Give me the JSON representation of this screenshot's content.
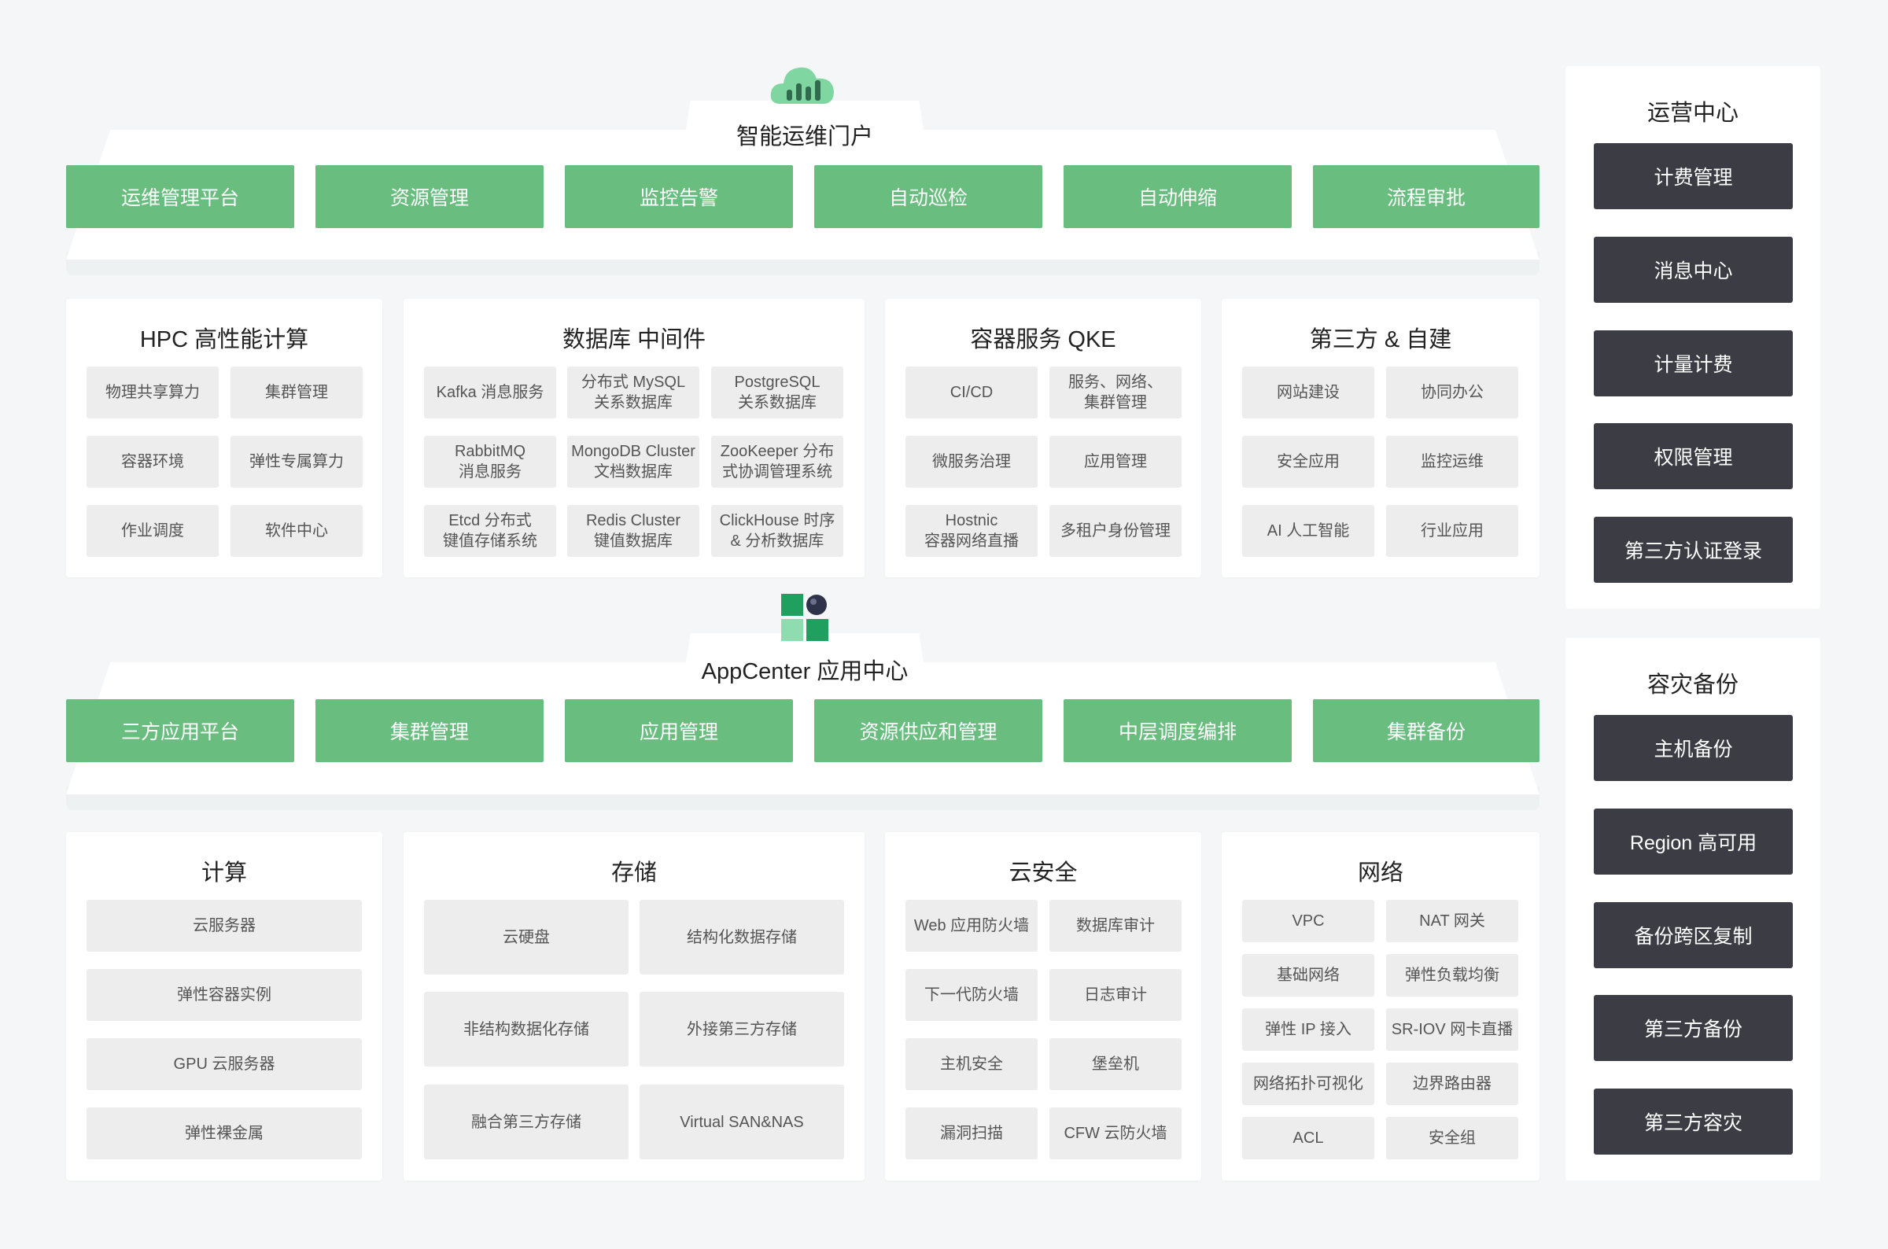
{
  "portal": {
    "title": "智能运维门户",
    "buttons": [
      "运维管理平台",
      "资源管理",
      "监控告警",
      "自动巡检",
      "自动伸缩",
      "流程审批"
    ]
  },
  "top_panels": [
    {
      "title": "HPC 高性能计算",
      "cells": [
        "物理共享算力",
        "集群管理",
        "容器环境",
        "弹性专属算力",
        "作业调度",
        "软件中心"
      ]
    },
    {
      "title": "数据库 中间件",
      "cells": [
        "Kafka 消息服务",
        "分布式 MySQL\n关系数据库",
        "PostgreSQL\n关系数据库",
        "RabbitMQ\n消息服务",
        "MongoDB Cluster\n文档数据库",
        "ZooKeeper 分布\n式协调管理系统",
        "Etcd 分布式\n键值存储系统",
        "Redis Cluster\n键值数据库",
        "ClickHouse 时序\n& 分析数据库"
      ]
    },
    {
      "title": "容器服务 QKE",
      "cells": [
        "CI/CD",
        "服务、网络、\n集群管理",
        "微服务治理",
        "应用管理",
        "Hostnic\n容器网络直播",
        "多租户身份管理"
      ]
    },
    {
      "title": "第三方 & 自建",
      "cells": [
        "网站建设",
        "协同办公",
        "安全应用",
        "监控运维",
        "AI 人工智能",
        "行业应用"
      ]
    }
  ],
  "appcenter": {
    "title": "AppCenter 应用中心",
    "buttons": [
      "三方应用平台",
      "集群管理",
      "应用管理",
      "资源供应和管理",
      "中层调度编排",
      "集群备份"
    ]
  },
  "bottom_panels": [
    {
      "title": "计算",
      "cells": [
        "云服务器",
        "弹性容器实例",
        "GPU 云服务器",
        "弹性裸金属"
      ]
    },
    {
      "title": "存储",
      "cells": [
        "云硬盘",
        "结构化数据存储",
        "非结构数据化存储",
        "外接第三方存储",
        "融合第三方存储",
        "Virtual SAN&NAS"
      ]
    },
    {
      "title": "云安全",
      "cells": [
        "Web 应用防火墙",
        "数据库审计",
        "下一代防火墙",
        "日志审计",
        "主机安全",
        "堡垒机",
        "漏洞扫描",
        "CFW 云防火墙"
      ]
    },
    {
      "title": "网络",
      "cells": [
        "VPC",
        "NAT 网关",
        "基础网络",
        "弹性负载均衡",
        "弹性 IP 接入",
        "SR-IOV 网卡直播",
        "网络拓扑可视化",
        "边界路由器",
        "ACL",
        "安全组"
      ]
    }
  ],
  "ops_center": {
    "title": "运营中心",
    "buttons": [
      "计费管理",
      "消息中心",
      "计量计费",
      "权限管理",
      "第三方认证登录"
    ]
  },
  "disaster_backup": {
    "title": "容灾备份",
    "buttons": [
      "主机备份",
      "Region 高可用",
      "备份跨区复制",
      "第三方备份",
      "第三方容灾"
    ]
  },
  "colors": {
    "green": "#68bd7f",
    "dark": "#3c3d44",
    "cell": "#ededed",
    "background": "#f4f6f7"
  }
}
